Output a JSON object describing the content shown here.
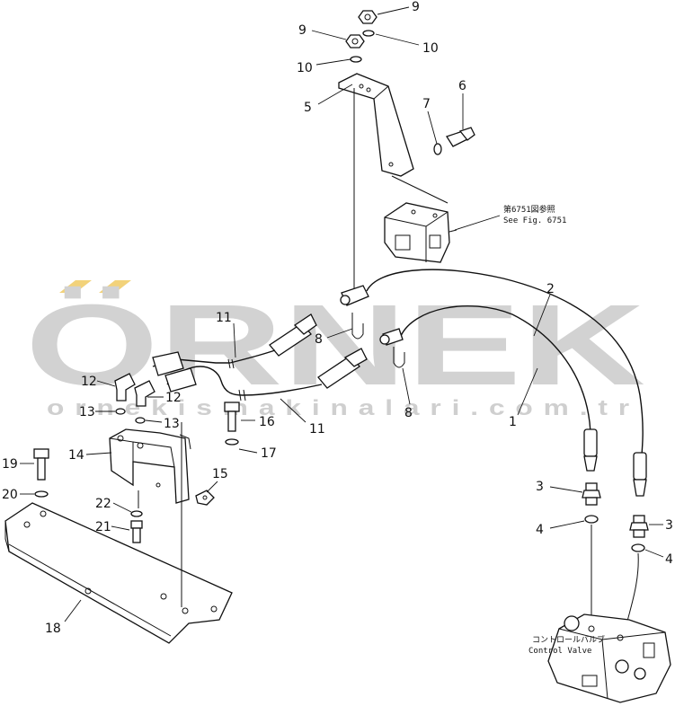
{
  "watermark": {
    "brand": "ÖRNEK",
    "url": "ornekismakinalari.com.tr",
    "accent_color": "#f2d27a"
  },
  "notes": {
    "see_fig_jp": "第6751図参照",
    "see_fig_en": "See Fig. 6751",
    "control_valve_jp": "コントロールバルブ",
    "control_valve_en": "Control Valve"
  },
  "callouts": {
    "c9a": "9",
    "c9b": "9",
    "c10a": "10",
    "c10b": "10",
    "c5": "5",
    "c6": "6",
    "c7": "7",
    "c2": "2",
    "c1": "1",
    "c11a": "11",
    "c11b": "11",
    "c8a": "8",
    "c8b": "8",
    "c12a": "12",
    "c12b": "12",
    "c13a": "13",
    "c13b": "13",
    "c14": "14",
    "c15": "15",
    "c16": "16",
    "c17": "17",
    "c18": "18",
    "c19": "19",
    "c20": "20",
    "c21": "21",
    "c22": "22",
    "c3a": "3",
    "c3b": "3",
    "c4a": "4",
    "c4b": "4"
  },
  "colors": {
    "line": "#111111",
    "watermark_gray": "#d2d2d2"
  }
}
